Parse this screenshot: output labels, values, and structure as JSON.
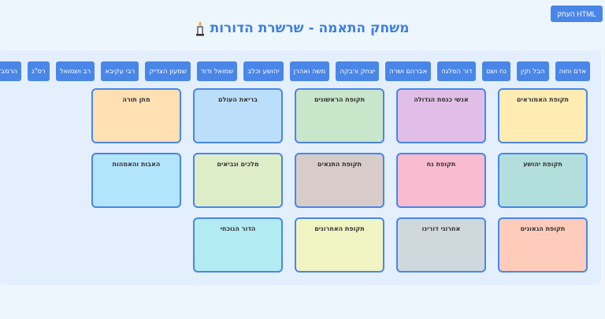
{
  "header": {
    "copy_button": "העתק HTML",
    "title": "משחק התאמה - שרשרת הדורות",
    "icon": "candle-icon"
  },
  "chips": [
    "אדם וחוה",
    "הבל וקין",
    "נח ושם",
    "דור הפלגה",
    "אברהם ושרה",
    "יצחק ורבקה",
    "משה ואהרן",
    "יהושע וכלב",
    "שמואל ודוד",
    "שמעון הצדיק",
    "רבי עקיבא",
    "רב ושמואל",
    "רס\"ג",
    "הרמב\"ם"
  ],
  "cards": [
    {
      "label": "תקופת האמוראים",
      "color": "#ffecb3"
    },
    {
      "label": "אנשי כנסת הגדולה",
      "color": "#e1bee7"
    },
    {
      "label": "תקופת הראשונים",
      "color": "#c8e6c9"
    },
    {
      "label": "בריאת העולם",
      "color": "#bbdefb"
    },
    {
      "label": "מתן תורה",
      "color": "#ffe0b2"
    },
    {
      "label": "תקופת יהושע",
      "color": "#b2dfdb"
    },
    {
      "label": "תקופת נח",
      "color": "#f8bbd0"
    },
    {
      "label": "תקופת התנאים",
      "color": "#d7ccc8"
    },
    {
      "label": "מלכים ונביאים",
      "color": "#dcedc8"
    },
    {
      "label": "האבות והאמהות",
      "color": "#b3e5fc"
    },
    {
      "label": "תקופת הגאונים",
      "color": "#ffccbc"
    },
    {
      "label": "אחרוני דורינו",
      "color": "#cfd8dc"
    },
    {
      "label": "תקופת האחרונים",
      "color": "#f0f4c3"
    },
    {
      "label": "הדור הנוכחי",
      "color": "#b2ebf2"
    }
  ]
}
